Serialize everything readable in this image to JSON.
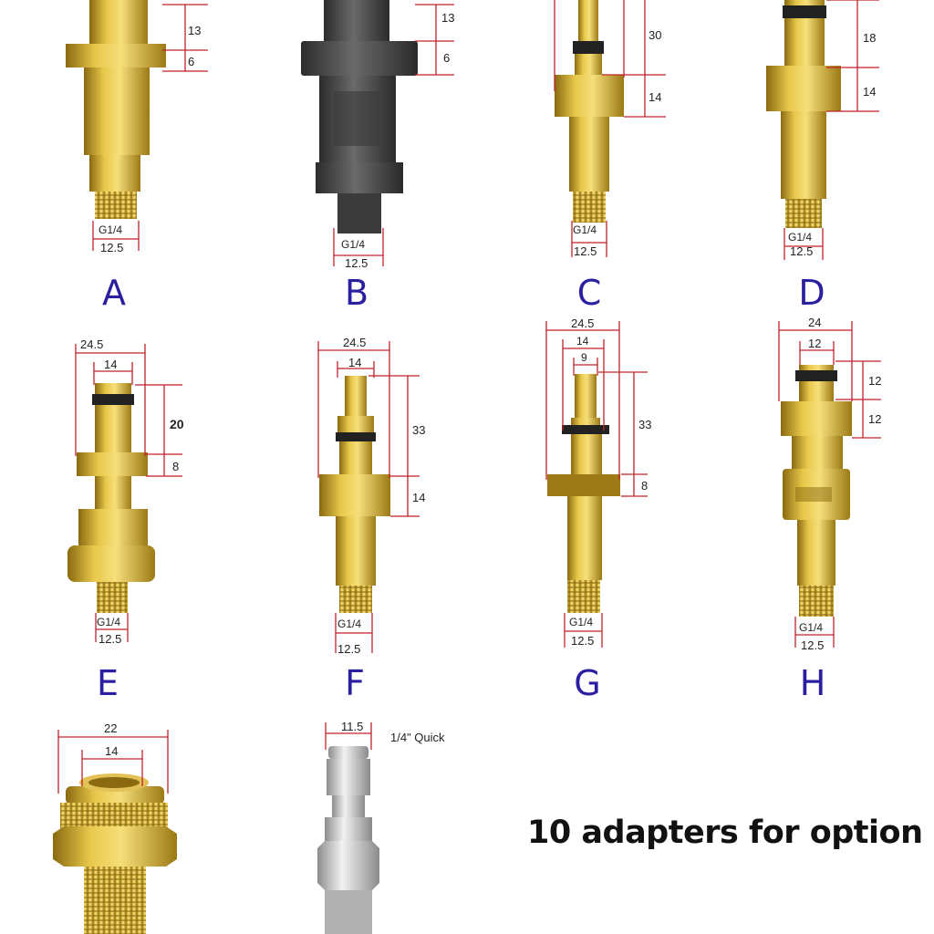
{
  "headline": "10 adapters for option",
  "colors": {
    "brass": "#c9a227",
    "black_plastic": "#4a4a4a",
    "steel": "#c8c8c8",
    "dimension_line": "#c0222a",
    "letter": "#2a1fa0"
  },
  "adapters": [
    {
      "letter": "A",
      "material": "brass",
      "dims": [
        "13",
        "6"
      ],
      "thread": "G1/4",
      "thread_dia": "12.5"
    },
    {
      "letter": "B",
      "material": "black-plastic",
      "dims": [
        "13",
        "6"
      ],
      "thread": "G1/4",
      "thread_dia": "12.5"
    },
    {
      "letter": "C",
      "material": "brass",
      "dims": [
        "30",
        "14"
      ],
      "thread": "G1/4",
      "thread_dia": "12.5"
    },
    {
      "letter": "D",
      "material": "brass",
      "dims": [
        "18",
        "14"
      ],
      "thread": "G1/4",
      "thread_dia": "12.5"
    },
    {
      "letter": "E",
      "material": "brass",
      "dims": [
        "24.5",
        "14",
        "20",
        "8"
      ],
      "thread": "G1/4",
      "thread_dia": "12.5"
    },
    {
      "letter": "F",
      "material": "brass",
      "dims": [
        "24.5",
        "14",
        "33",
        "14"
      ],
      "thread": "G1/4",
      "thread_dia": "12.5"
    },
    {
      "letter": "G",
      "material": "brass",
      "dims": [
        "24.5",
        "14",
        "9",
        "33",
        "8"
      ],
      "thread": "G1/4",
      "thread_dia": "12.5"
    },
    {
      "letter": "H",
      "material": "brass",
      "dims": [
        "24",
        "12",
        "12",
        "12"
      ],
      "thread": "G1/4",
      "thread_dia": "12.5"
    },
    {
      "letter": "",
      "material": "brass",
      "dims": [
        "22",
        "14"
      ],
      "thread": "",
      "thread_dia": ""
    },
    {
      "letter": "",
      "material": "steel",
      "dims": [
        "11.5"
      ],
      "note": "1/4\" Quick",
      "thread": "",
      "thread_dia": ""
    }
  ]
}
